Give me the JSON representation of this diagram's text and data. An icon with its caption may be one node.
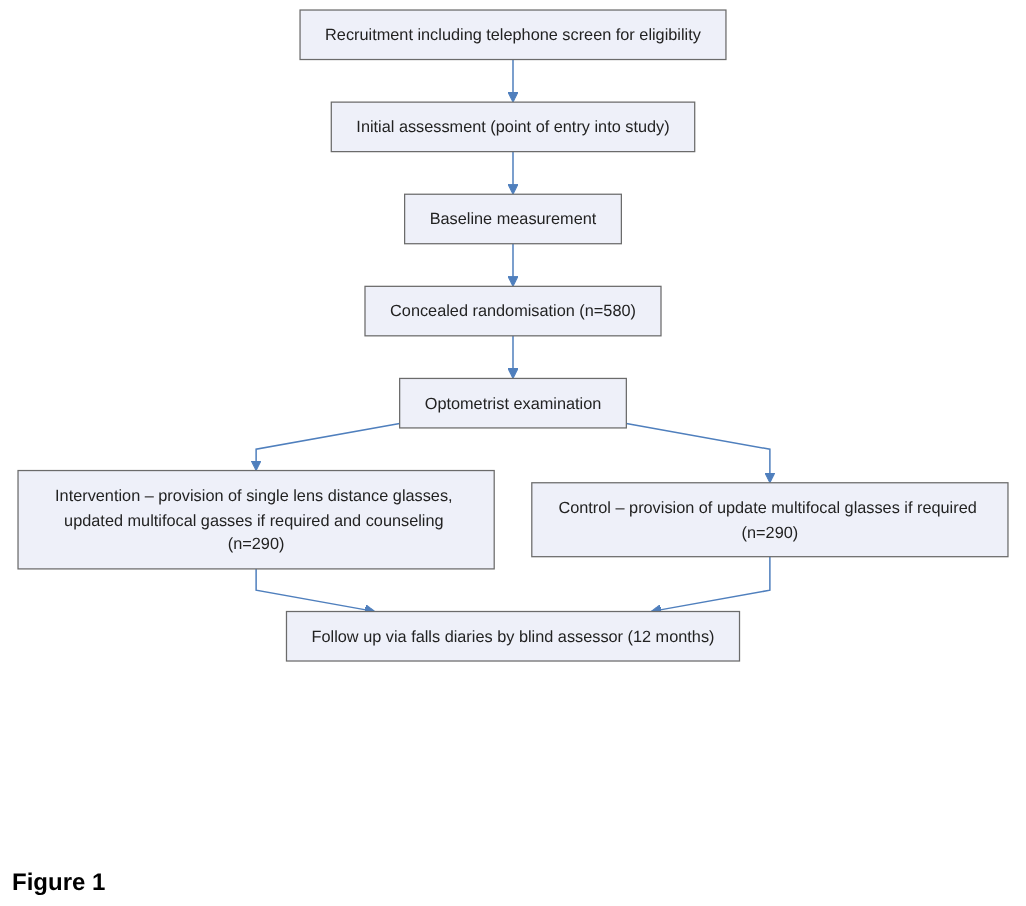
{
  "diagram": {
    "caption": "Figure 1",
    "nodes": [
      {
        "text": [
          "Recruitment including telephone screen for eligibility"
        ]
      },
      {
        "text": [
          "Initial assessment (point of entry into study)"
        ]
      },
      {
        "text": [
          "Baseline measurement"
        ]
      },
      {
        "text": [
          "Concealed randomisation (n=580)"
        ]
      },
      {
        "text": [
          "Optometrist examination"
        ]
      },
      {
        "text": [
          "Intervention – provision of single lens distance glasses, updated multifocal gasses if required and counseling (n=290)"
        ]
      },
      {
        "text": [
          "Control – provision of update multifocal glasses if required (n=290)"
        ]
      },
      {
        "text": [
          "Follow up via falls diaries by blind assessor (12 months)"
        ]
      }
    ],
    "edges": [
      {
        "from": 0,
        "to": 1,
        "arrow": "to"
      },
      {
        "from": 1,
        "to": 2,
        "arrow": "to"
      },
      {
        "from": 2,
        "to": 3,
        "arrow": "to"
      },
      {
        "from": 3,
        "to": 4,
        "arrow": "to"
      },
      {
        "from": 4,
        "to": 5,
        "arrow": "to"
      },
      {
        "from": 4,
        "to": 6,
        "arrow": "to"
      },
      {
        "from": 5,
        "to": 7,
        "arrow": "to"
      },
      {
        "from": 6,
        "to": 7,
        "arrow": "to"
      }
    ]
  }
}
